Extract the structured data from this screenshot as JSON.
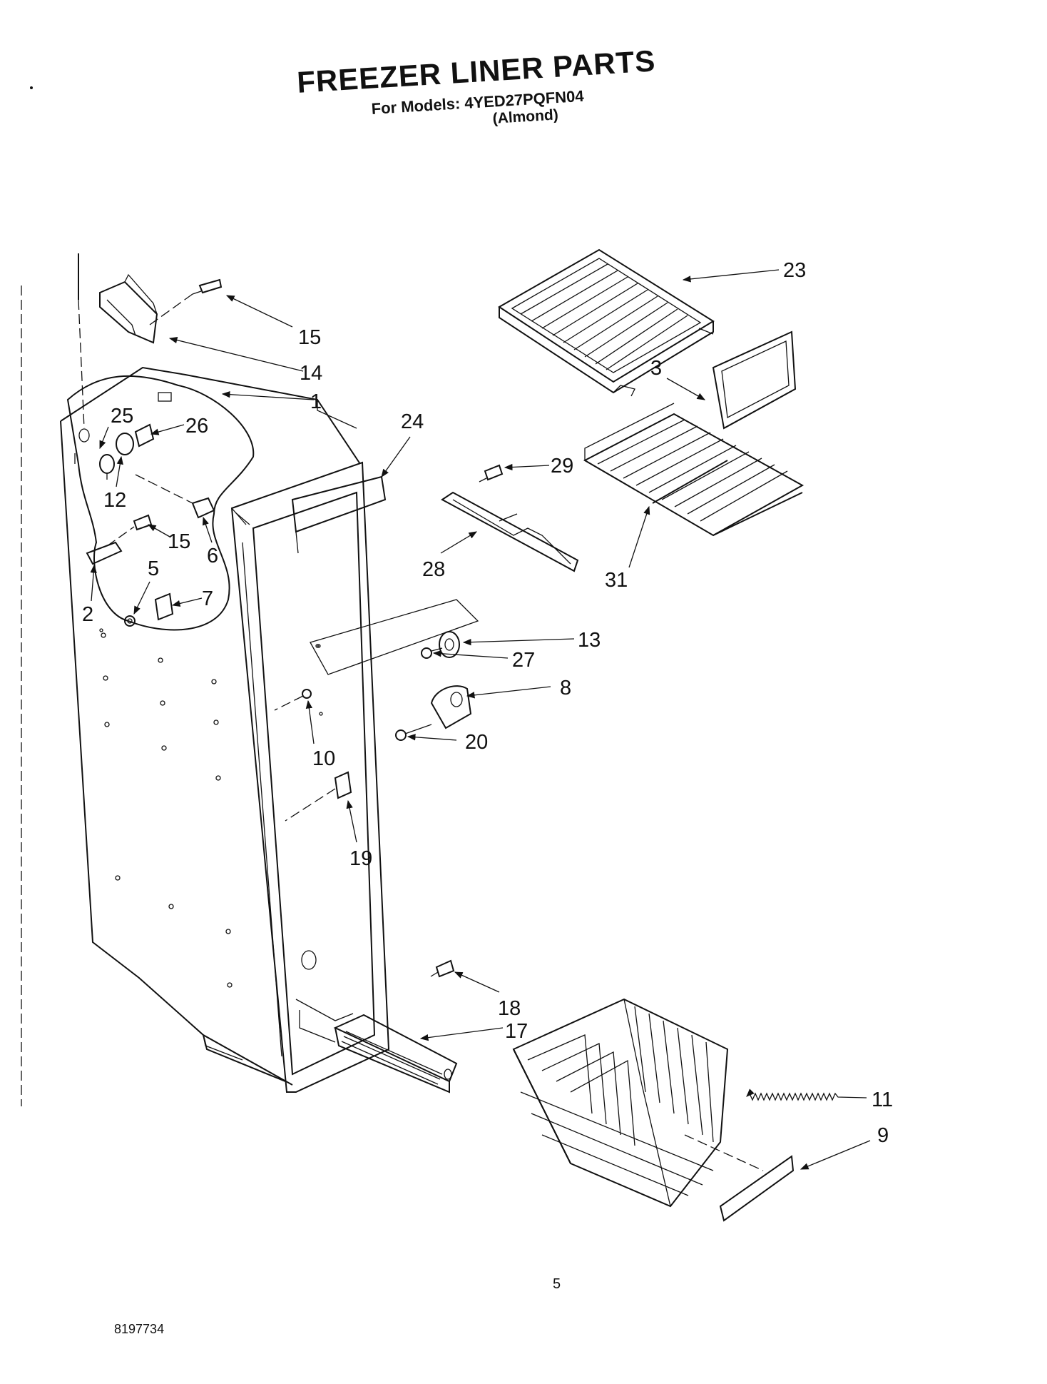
{
  "header": {
    "title": "FREEZER LINER PARTS",
    "subtitle": "For Models: 4YED27PQFN04",
    "color": "(Almond)"
  },
  "footer": {
    "page_number": "5",
    "document_number": "8197734"
  },
  "callouts": [
    {
      "id": "c23",
      "label": "23"
    },
    {
      "id": "c15a",
      "label": "15"
    },
    {
      "id": "c14",
      "label": "14"
    },
    {
      "id": "c1",
      "label": "1"
    },
    {
      "id": "c3",
      "label": "3"
    },
    {
      "id": "c25",
      "label": "25"
    },
    {
      "id": "c26",
      "label": "26"
    },
    {
      "id": "c24",
      "label": "24"
    },
    {
      "id": "c29",
      "label": "29"
    },
    {
      "id": "c12",
      "label": "12"
    },
    {
      "id": "c15b",
      "label": "15"
    },
    {
      "id": "c6",
      "label": "6"
    },
    {
      "id": "c28",
      "label": "28"
    },
    {
      "id": "c31",
      "label": "31"
    },
    {
      "id": "c5",
      "label": "5"
    },
    {
      "id": "c7",
      "label": "7"
    },
    {
      "id": "c2",
      "label": "2"
    },
    {
      "id": "c13",
      "label": "13"
    },
    {
      "id": "c27",
      "label": "27"
    },
    {
      "id": "c8",
      "label": "8"
    },
    {
      "id": "c10",
      "label": "10"
    },
    {
      "id": "c20",
      "label": "20"
    },
    {
      "id": "c19",
      "label": "19"
    },
    {
      "id": "c18",
      "label": "18"
    },
    {
      "id": "c17",
      "label": "17"
    },
    {
      "id": "c11",
      "label": "11"
    },
    {
      "id": "c9",
      "label": "9"
    }
  ]
}
